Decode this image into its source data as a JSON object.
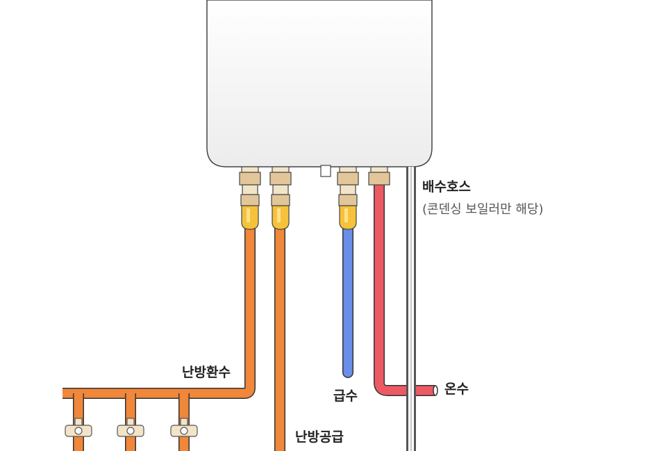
{
  "labels": {
    "drain_hose": "배수호스",
    "drain_note": "(콘덴싱 보일러만 해당)",
    "heating_return": "난방환수",
    "heating_supply": "난방공급",
    "cold_water": "급수",
    "hot_water": "온수"
  },
  "colors": {
    "heating_pipe": "#f0873a",
    "cold_pipe": "#6a8fe8",
    "hot_pipe": "#ec5a64",
    "drain_hose": "#555555",
    "valve": "#f5c23a",
    "fitting": "#e2c69a",
    "boiler_body": "#f4f4f4"
  }
}
